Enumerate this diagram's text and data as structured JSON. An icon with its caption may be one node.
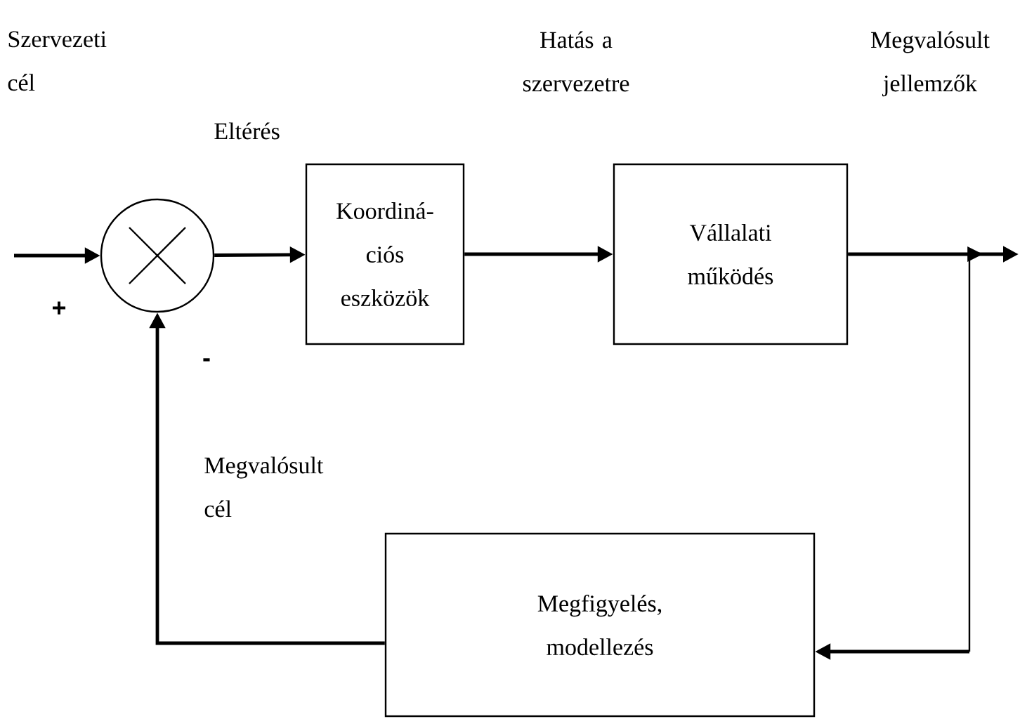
{
  "diagram": {
    "nodes": [
      {
        "text": [],
        "shape": "circle"
      },
      {
        "text": [
          "Koordiná-ciós eszközök"
        ]
      },
      {
        "text": [
          "Vállalati működés"
        ]
      },
      {
        "text": [
          "Megfigyelés, modellezés"
        ]
      }
    ],
    "edges": [
      {
        "from": null,
        "to": 0,
        "arrow": "to"
      },
      {
        "from": 0,
        "to": 1,
        "arrow": "to",
        "label": "Eltérés"
      },
      {
        "from": 1,
        "to": 2,
        "arrow": "to"
      },
      {
        "from": 2,
        "to": null,
        "arrow": "to"
      },
      {
        "from": 2,
        "to": 3,
        "arrow": "to"
      },
      {
        "from": 3,
        "to": 0,
        "arrow": "to",
        "label": "Megvalósult cél"
      }
    ],
    "labels": [
      "Szervezeti cél",
      "Hatás a szervezetre",
      "Megvalósult jellemzők",
      "+",
      "-"
    ]
  }
}
